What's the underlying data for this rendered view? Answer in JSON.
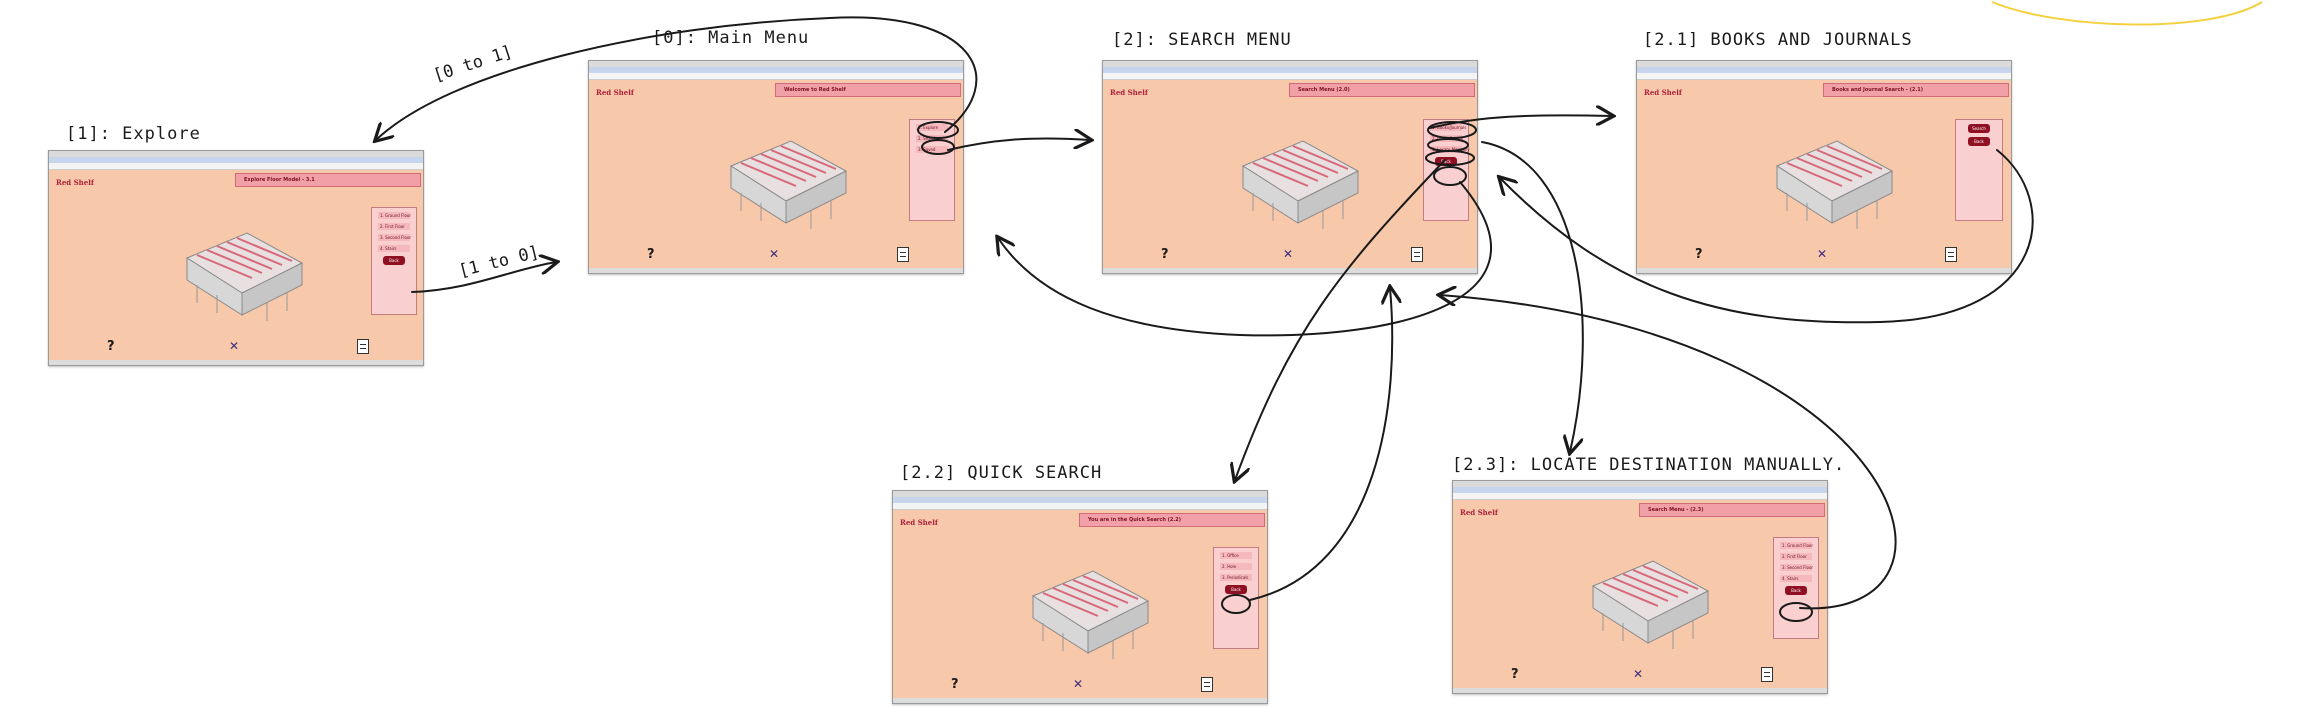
{
  "labels": {
    "explore": "[1]: Explore",
    "main_menu": "[0]: Main Menu",
    "search_menu": "[2]: SEARCH MENU",
    "books_journals": "[2.1] BOOKS AND JOURNALS",
    "quick_search": "[2.2] QUICK SEARCH",
    "locate_manually": "[2.3]: LOCATE DESTINATION MANUALLY."
  },
  "edge_labels": {
    "zero_to_one": "[0 to 1]",
    "one_to_zero": "[1 to 0]"
  },
  "screens": {
    "main_menu": {
      "app_name": "Red Shelf",
      "header": "Welcome to Red Shelf",
      "items": [
        "1. Explore",
        "2. Search",
        "3. Saved"
      ],
      "button": ""
    },
    "explore": {
      "app_name": "Red Shelf",
      "header": "Explore Floor Model - 3.1",
      "items": [
        "1. Ground Floor",
        "2. First Floor",
        "3. Second Floor",
        "4. Stairs"
      ],
      "button": "Back"
    },
    "search_menu": {
      "app_name": "Red Shelf",
      "header": "Search Menu (2.0)",
      "items": [
        "1. Books/Journals",
        "2. Quick Search",
        "3. Locate Manually"
      ],
      "button": "Back"
    },
    "books_journals": {
      "app_name": "Red Shelf",
      "header": "Books and Journal Search - (2.1)",
      "items": [
        "Search"
      ],
      "button": "Back"
    },
    "quick_search": {
      "app_name": "Red Shelf",
      "header": "You are in the Quick Search (2.2)",
      "items": [
        "1. Office",
        "2. Hole",
        "3. Periodicals"
      ],
      "button": "Back"
    },
    "locate_manually": {
      "app_name": "Red Shelf",
      "header": "Search Menu - (2.3)",
      "items": [
        "1. Ground Floor",
        "2. First Floor",
        "3. Second Floor",
        "4. Stairs"
      ],
      "button": "Back"
    }
  },
  "footer_glyphs": {
    "help": "?",
    "logo": "✕"
  },
  "colors": {
    "screen_bg": "#f7c8aa",
    "header_bar": "#f2a0a8",
    "button": "#8e1022",
    "ink": "#1a1a1a",
    "yellow_scribble": "#f4d03f"
  }
}
